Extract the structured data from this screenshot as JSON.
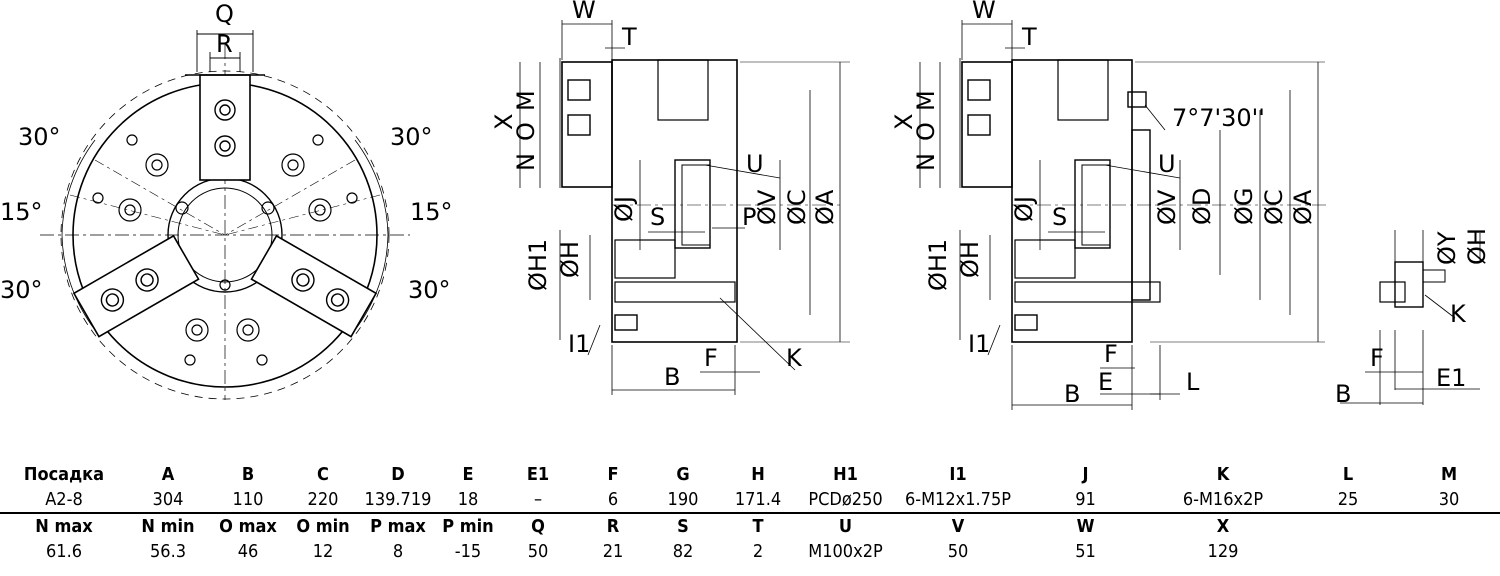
{
  "drawing": {
    "front_view": {
      "dim_top_outer": "Q",
      "dim_top_inner": "R",
      "angles": [
        "30°",
        "15°",
        "30°",
        "30°",
        "15°",
        "30°"
      ]
    },
    "section_view_left": {
      "labels": [
        "W",
        "T",
        "X",
        "M",
        "O",
        "N",
        "U",
        "ØJ",
        "S",
        "P",
        "ØV",
        "ØC",
        "ØA",
        "ØH1",
        "ØH",
        "I1",
        "B",
        "F",
        "K"
      ]
    },
    "section_view_right": {
      "labels": [
        "W",
        "T",
        "X",
        "M",
        "O",
        "N",
        "7°7'30''",
        "U",
        "ØJ",
        "S",
        "ØV",
        "ØD",
        "ØG",
        "ØC",
        "ØA",
        "ØH1",
        "ØH",
        "I1",
        "F",
        "E",
        "L",
        "B"
      ]
    },
    "detail_view": {
      "labels": [
        "ØY",
        "ØH",
        "K",
        "F",
        "E1",
        "B"
      ]
    }
  },
  "table": {
    "row1_headers": [
      "Посадка",
      "A",
      "B",
      "C",
      "D",
      "E",
      "E1",
      "F",
      "G",
      "H",
      "H1",
      "I1",
      "J",
      "K",
      "L",
      "M"
    ],
    "row1_values": [
      "A2-8",
      "304",
      "110",
      "220",
      "139.719",
      "18",
      "–",
      "6",
      "190",
      "171.4",
      "PCDø250",
      "6-M12x1.75P",
      "91",
      "6-M16x2P",
      "25",
      "30"
    ],
    "row2_headers": [
      "N max",
      "N min",
      "O max",
      "O min",
      "P max",
      "P min",
      "Q",
      "R",
      "S",
      "T",
      "U",
      "V",
      "W",
      "X",
      "",
      ""
    ],
    "row2_values": [
      "61.6",
      "56.3",
      "46",
      "12",
      "8",
      "-15",
      "50",
      "21",
      "82",
      "2",
      "M100x2P",
      "50",
      "51",
      "129",
      "",
      ""
    ]
  }
}
